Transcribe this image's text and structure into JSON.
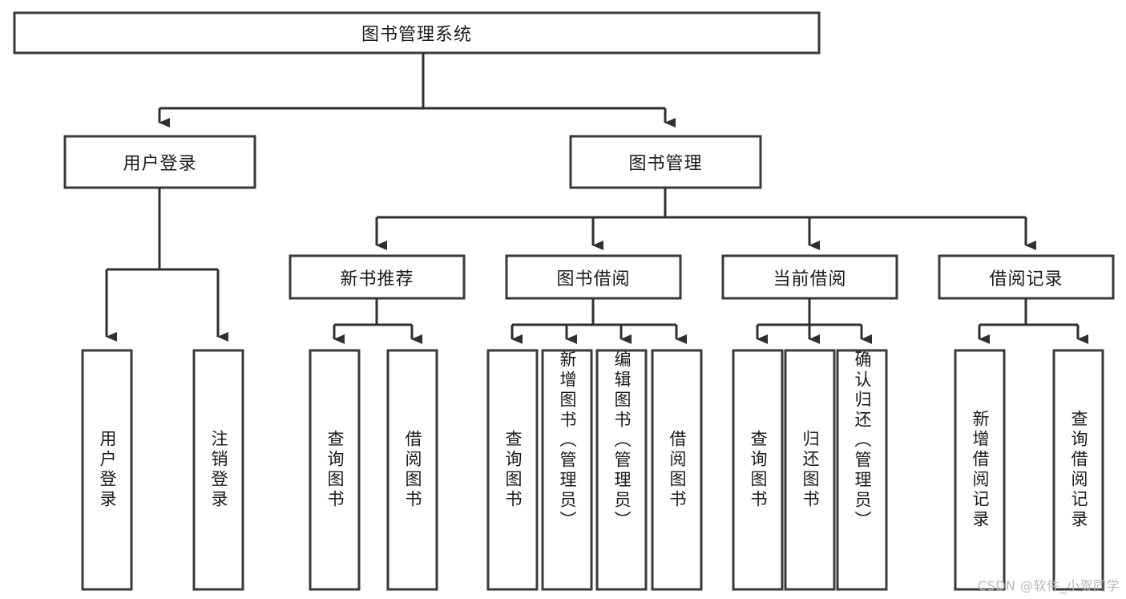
{
  "diagram": {
    "type": "hierarchy-tree",
    "title": "图书管理系统",
    "watermark": "CSDN @软件_小贺同学",
    "colors": {
      "box_stroke": "#3a3a3a",
      "connector": "#2f2f2f",
      "background": "#ffffff",
      "text": "#1a1a1a",
      "watermark": "#b9b9b9"
    },
    "root": {
      "label": "图书管理系统"
    },
    "level2": [
      {
        "label": "用户登录"
      },
      {
        "label": "图书管理"
      }
    ],
    "level3": [
      {
        "label": "新书推荐"
      },
      {
        "label": "图书借阅"
      },
      {
        "label": "当前借阅"
      },
      {
        "label": "借阅记录"
      }
    ],
    "leaves_user_login": [
      {
        "label": "用户登录"
      },
      {
        "label": "注销登录"
      }
    ],
    "leaves_new_books": [
      {
        "label": "查询图书"
      },
      {
        "label": "借阅图书"
      }
    ],
    "leaves_borrow": [
      {
        "label": "查询图书"
      },
      {
        "label": "新增图书（管理员）"
      },
      {
        "label": "编辑图书（管理员）"
      },
      {
        "label": "借阅图书"
      }
    ],
    "leaves_current": [
      {
        "label": "查询图书"
      },
      {
        "label": "归还图书"
      },
      {
        "label": "确认归还（管理员）"
      }
    ],
    "leaves_records": [
      {
        "label": "新增借阅记录"
      },
      {
        "label": "查询借阅记录"
      }
    ]
  }
}
